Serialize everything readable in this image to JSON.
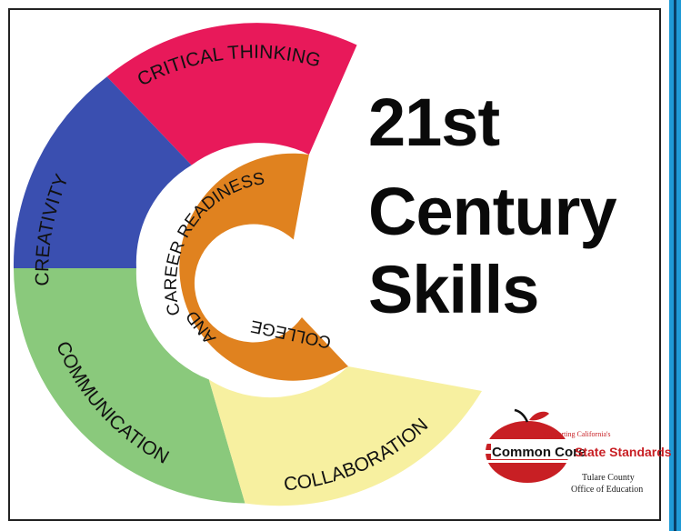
{
  "title": {
    "line1": "21st",
    "line2": "Century",
    "line3": "Skills"
  },
  "ring": {
    "outer_segments": [
      {
        "id": "critical-thinking",
        "label": "CRITICAL THINKING",
        "color": "#e8195a"
      },
      {
        "id": "creativity",
        "label": "CREATIVITY",
        "color": "#3a4fb0"
      },
      {
        "id": "communication",
        "label": "COMMUNICATION",
        "color": "#8ac97c"
      },
      {
        "id": "collaboration",
        "label": "COLLABORATION",
        "color": "#f7f0a0"
      }
    ],
    "inner": {
      "line1": "CAREER READINESS",
      "line2": "AND",
      "line3": "COLLEGE",
      "color": "#e0821f"
    }
  },
  "logo": {
    "text_top": "Supporting California's",
    "brand_part1": "Common Core",
    "brand_part2": "State Standards",
    "org_line1": "Tulare County",
    "org_line2": "Office of Education",
    "apple_color": "#c81f24"
  },
  "colors": {
    "frame": "#222222",
    "side_bar": "#1f9ad6",
    "title": "#0a0a0a"
  }
}
